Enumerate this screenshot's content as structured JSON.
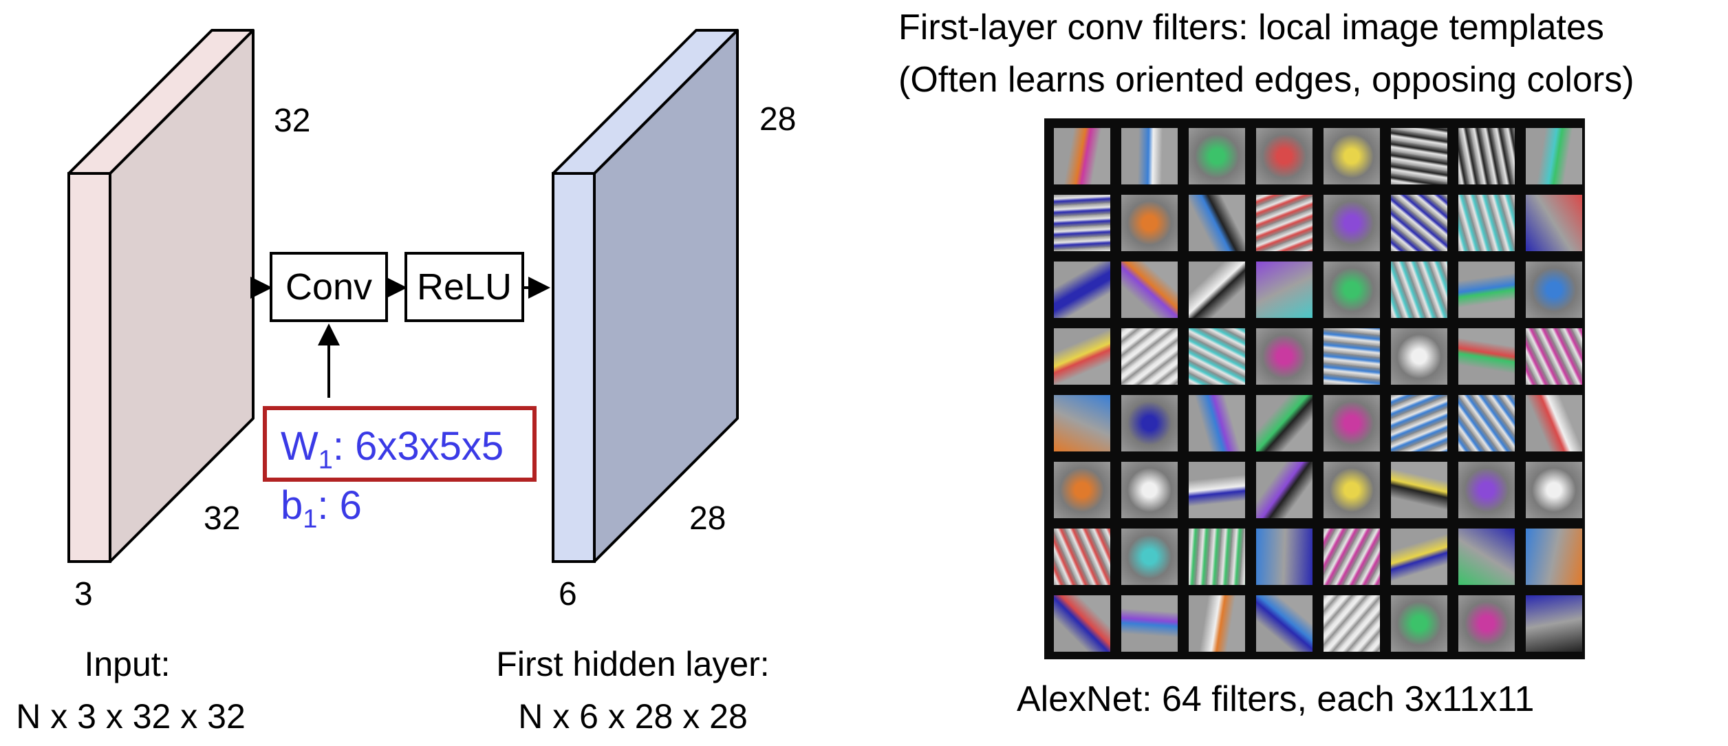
{
  "left_diagram": {
    "input_volume": {
      "height_label": "32",
      "width_label": "32",
      "depth_label": "3",
      "front_color": "#f3e2e2",
      "side_color": "#ddd0d0",
      "top_color": "#f3e2e2"
    },
    "ops": {
      "conv_label": "Conv",
      "relu_label": "ReLU"
    },
    "weights": {
      "w_prefix": "W",
      "w_sub": "1",
      "w_value": ": 6x3x5x5",
      "b_prefix": "b",
      "b_sub": "1",
      "b_value": ": 6",
      "text_color": "#3a3ae6",
      "box_color": "#b22222"
    },
    "hidden_volume": {
      "height_label": "28",
      "width_label": "28",
      "depth_label": "6",
      "front_color": "#d3dcf3",
      "side_color": "#a8b0c8",
      "top_color": "#d3dcf3"
    },
    "input_caption": {
      "line1": "Input:",
      "line2": "N x 3 x 32 x 32"
    },
    "hidden_caption": {
      "line1": "First hidden layer:",
      "line2": "N x 6 x 28 x 28"
    }
  },
  "right_panel": {
    "title_line1": "First-layer conv filters: local image templates",
    "title_line2": "(Often learns oriented edges, opposing colors)",
    "caption": "AlexNet: 64 filters, each 3x11x11",
    "grid_rows": 8,
    "grid_cols": 8
  }
}
